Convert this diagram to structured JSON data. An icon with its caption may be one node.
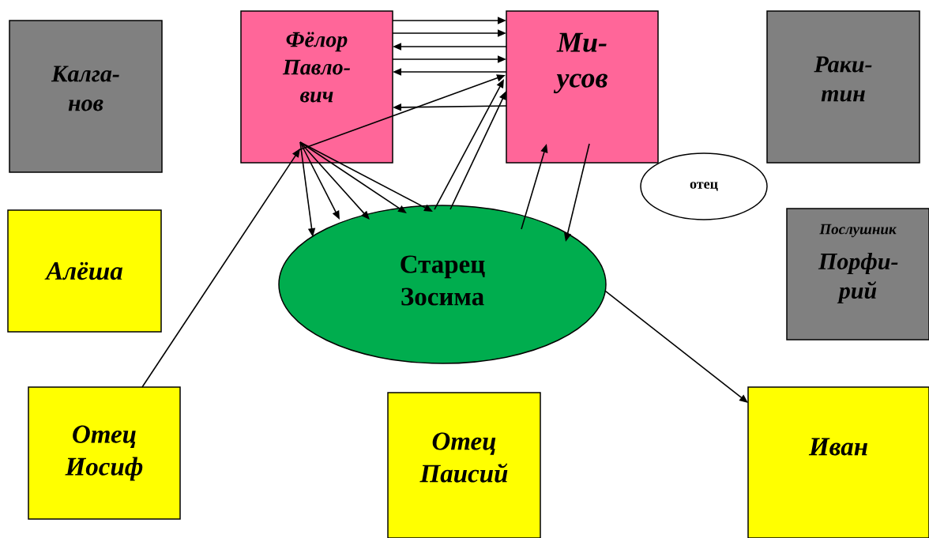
{
  "diagram": {
    "nodes": [
      {
        "text": [
          "Калга- нов"
        ]
      },
      {
        "text": [
          "Фёлор Павло- вич"
        ]
      },
      {
        "text": [
          "Ми- усов"
        ]
      },
      {
        "text": [
          "Раки- тин"
        ]
      },
      {
        "text": [
          "отец"
        ]
      },
      {
        "text": [
          "Алёша"
        ]
      },
      {
        "text": [
          "Старец Зосима"
        ]
      },
      {
        "text": [
          "Послушник",
          "Порфи- рий"
        ]
      },
      {
        "text": [
          "Отец Иосиф"
        ]
      },
      {
        "text": [
          "Отец Паисий"
        ]
      },
      {
        "text": [
          "Иван"
        ]
      }
    ],
    "edges": [
      {
        "from": 1,
        "to": 2,
        "arrow": "to"
      },
      {
        "from": 1,
        "to": 2,
        "arrow": "to"
      },
      {
        "from": 2,
        "to": 1,
        "arrow": "to"
      },
      {
        "from": 1,
        "to": 2,
        "arrow": "to"
      },
      {
        "from": 2,
        "to": 1,
        "arrow": "to"
      },
      {
        "from": 2,
        "to": 1,
        "arrow": "to"
      },
      {
        "from": 1,
        "to": 2,
        "arrow": "to"
      },
      {
        "from": 1,
        "to": 6,
        "arrow": "to"
      },
      {
        "from": 1,
        "to": 6,
        "arrow": "to"
      },
      {
        "from": 1,
        "to": 6,
        "arrow": "to"
      },
      {
        "from": 1,
        "to": 6,
        "arrow": "to"
      },
      {
        "from": 1,
        "to": 6,
        "arrow": "to"
      },
      {
        "from": 6,
        "to": 2,
        "arrow": "to"
      },
      {
        "from": 6,
        "to": 2,
        "arrow": "to"
      },
      {
        "from": 6,
        "to": 2,
        "arrow": "to"
      },
      {
        "from": 2,
        "to": 6,
        "arrow": "to"
      },
      {
        "from": 8,
        "to": 1,
        "arrow": "to"
      },
      {
        "from": 6,
        "to": 10,
        "arrow": "to"
      }
    ]
  }
}
